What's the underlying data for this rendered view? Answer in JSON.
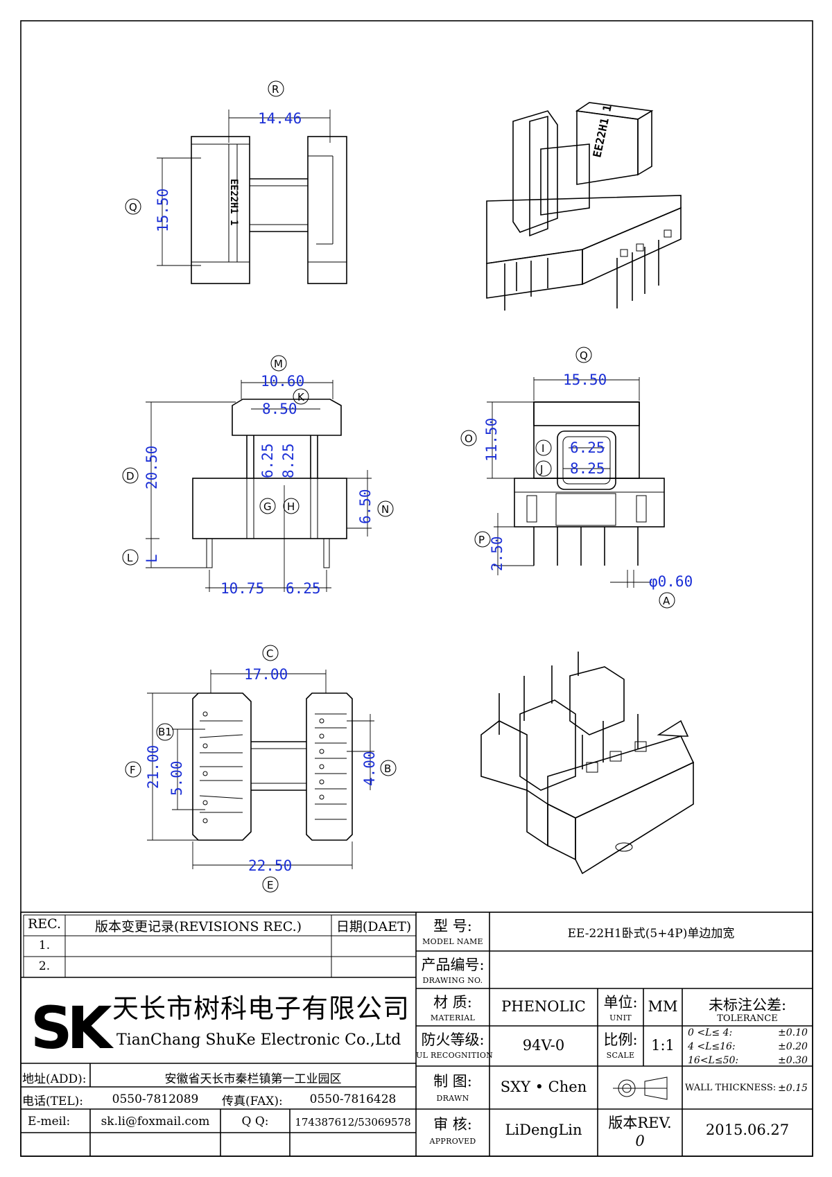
{
  "views": {
    "top": {
      "markers": {
        "R": "R",
        "Q": "Q"
      },
      "dims": {
        "width": "14.46",
        "height": "15.50"
      },
      "part_mark": "EE22H1 1"
    },
    "front": {
      "markers": {
        "M": "M",
        "K": "K",
        "D": "D",
        "G": "G",
        "H": "H",
        "N": "N",
        "L": "L"
      },
      "dims": {
        "m": "10.60",
        "k": "8.50",
        "d": "20.50",
        "g": "6.25",
        "h": "8.25",
        "n": "6.50",
        "l": "L",
        "base_left": "10.75",
        "base_right": "6.25"
      }
    },
    "side": {
      "markers": {
        "Q": "Q",
        "O": "O",
        "I": "I",
        "J": "J",
        "P": "P",
        "A": "A"
      },
      "dims": {
        "q": "15.50",
        "o": "11.50",
        "i": "6.25",
        "j": "8.25",
        "p": "2.50",
        "a": "φ0.60"
      }
    },
    "bottom": {
      "markers": {
        "C": "C",
        "B1": "B1",
        "F": "F",
        "B": "B",
        "E": "E"
      },
      "dims": {
        "c": "17.00",
        "b1": "5.00",
        "f": "21.00",
        "b": "4.00",
        "e": "22.50"
      }
    },
    "iso1_mark": "EE22H1 1"
  },
  "title_block": {
    "revisions": {
      "rec_label": "REC.",
      "desc_label": "版本变更记录(REVISIONS REC.)",
      "date_label": "日期(DAET)",
      "rows": [
        "1.",
        "2."
      ]
    },
    "company": {
      "logo": "SK",
      "name_cn": "天长市树科电子有限公司",
      "name_en": "TianChang ShuKe Electronic Co.,Ltd"
    },
    "address": {
      "label": "地址(ADD):",
      "value": "安徽省天长市秦栏镇第一工业园区"
    },
    "tel": {
      "label": "电话(TEL):",
      "value": "0550-7812089"
    },
    "fax": {
      "label": "传真(FAX):",
      "value": "0550-7816428"
    },
    "email": {
      "label": "E-meil:",
      "value": "sk.li@foxmail.com"
    },
    "qq": {
      "label": "Q Q:",
      "value": "174387612/53069578"
    },
    "model": {
      "label_cn": "型 号:",
      "label_en": "MODEL NAME",
      "value": "EE-22H1卧式(5+4P)单边加宽"
    },
    "drawing_no": {
      "label_cn": "产品编号:",
      "label_en": "DRAWING NO.",
      "value": ""
    },
    "material": {
      "label_cn": "材 质:",
      "label_en": "MATERIAL",
      "value": "PHENOLIC"
    },
    "unit": {
      "label_cn": "单位:",
      "label_en": "UNIT",
      "value": "MM"
    },
    "ul": {
      "label_cn": "防火等级:",
      "label_en": "UL RECOGNITION",
      "value": "94V-0"
    },
    "scale": {
      "label_cn": "比例:",
      "label_en": "SCALE",
      "value": "1:1"
    },
    "drawn": {
      "label_cn": "制 图:",
      "label_en": "DRAWN",
      "value": "SXY • Chen"
    },
    "approved": {
      "label_cn": "审 核:",
      "label_en": "APPROVED",
      "value": "LiDengLin"
    },
    "rev": {
      "label": "版本REV.",
      "value": "0"
    },
    "date": "2015.06.27",
    "tolerance": {
      "title_cn": "未标注公差:",
      "title_en": "TOLERANCE",
      "rows": [
        {
          "range": "0 <L≤ 4:",
          "value": "±0.10"
        },
        {
          "range": "4 <L≤16:",
          "value": "±0.20"
        },
        {
          "range": "16<L≤50:",
          "value": "±0.30"
        },
        {
          "range": "WALL THICKNESS:",
          "value": "±0.15"
        }
      ]
    }
  }
}
